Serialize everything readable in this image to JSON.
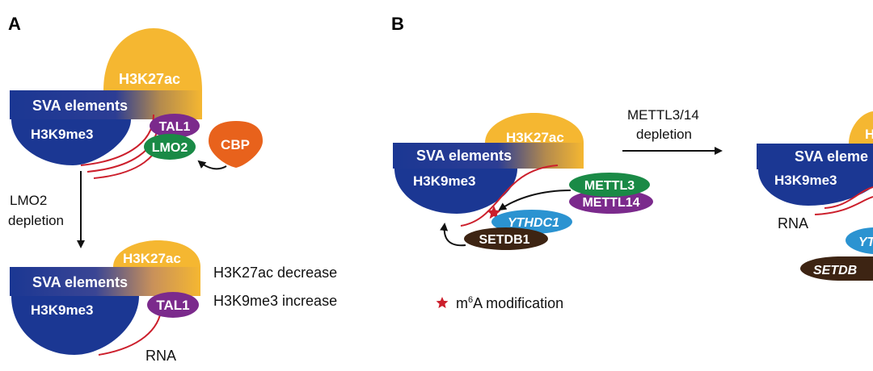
{
  "panels": {
    "a": "A",
    "b": "B"
  },
  "labels": {
    "h3k27ac": "H3K27ac",
    "sva": "SVA elements",
    "h3k9me3": "H3K9me3",
    "tal1": "TAL1",
    "lmo2": "LMO2",
    "cbp": "CBP",
    "lmo2_depletion_1": "LMO2",
    "lmo2_depletion_2": "depletion",
    "h3k27ac_decrease": "H3K27ac decrease",
    "h3k9me3_increase": "H3K9me3 increase",
    "rna": "RNA",
    "mettl3": "METTL3",
    "mettl14": "METTL14",
    "ythdc1": "YTHDC1",
    "setdb1": "SETDB1",
    "mettl_depletion_1": "METTL3/14",
    "mettl_depletion_2": "depletion",
    "m6a_m": "m",
    "m6a_sup": "6",
    "m6a_rest": "A modification",
    "right_sva_partial": "SVA eleme",
    "right_h3k9_partial": "H3K9me3",
    "right_h_partial": "H",
    "right_yt_partial": "YT",
    "right_setdb_partial": "SETDB"
  },
  "colors": {
    "blue": "#1b3793",
    "yellow": "#f5b731",
    "purple": "#7b2a8c",
    "green": "#1a8a46",
    "orange": "#e8621c",
    "cyan": "#2b93d1",
    "brown": "#3d2413",
    "red": "#cc1f2c"
  }
}
